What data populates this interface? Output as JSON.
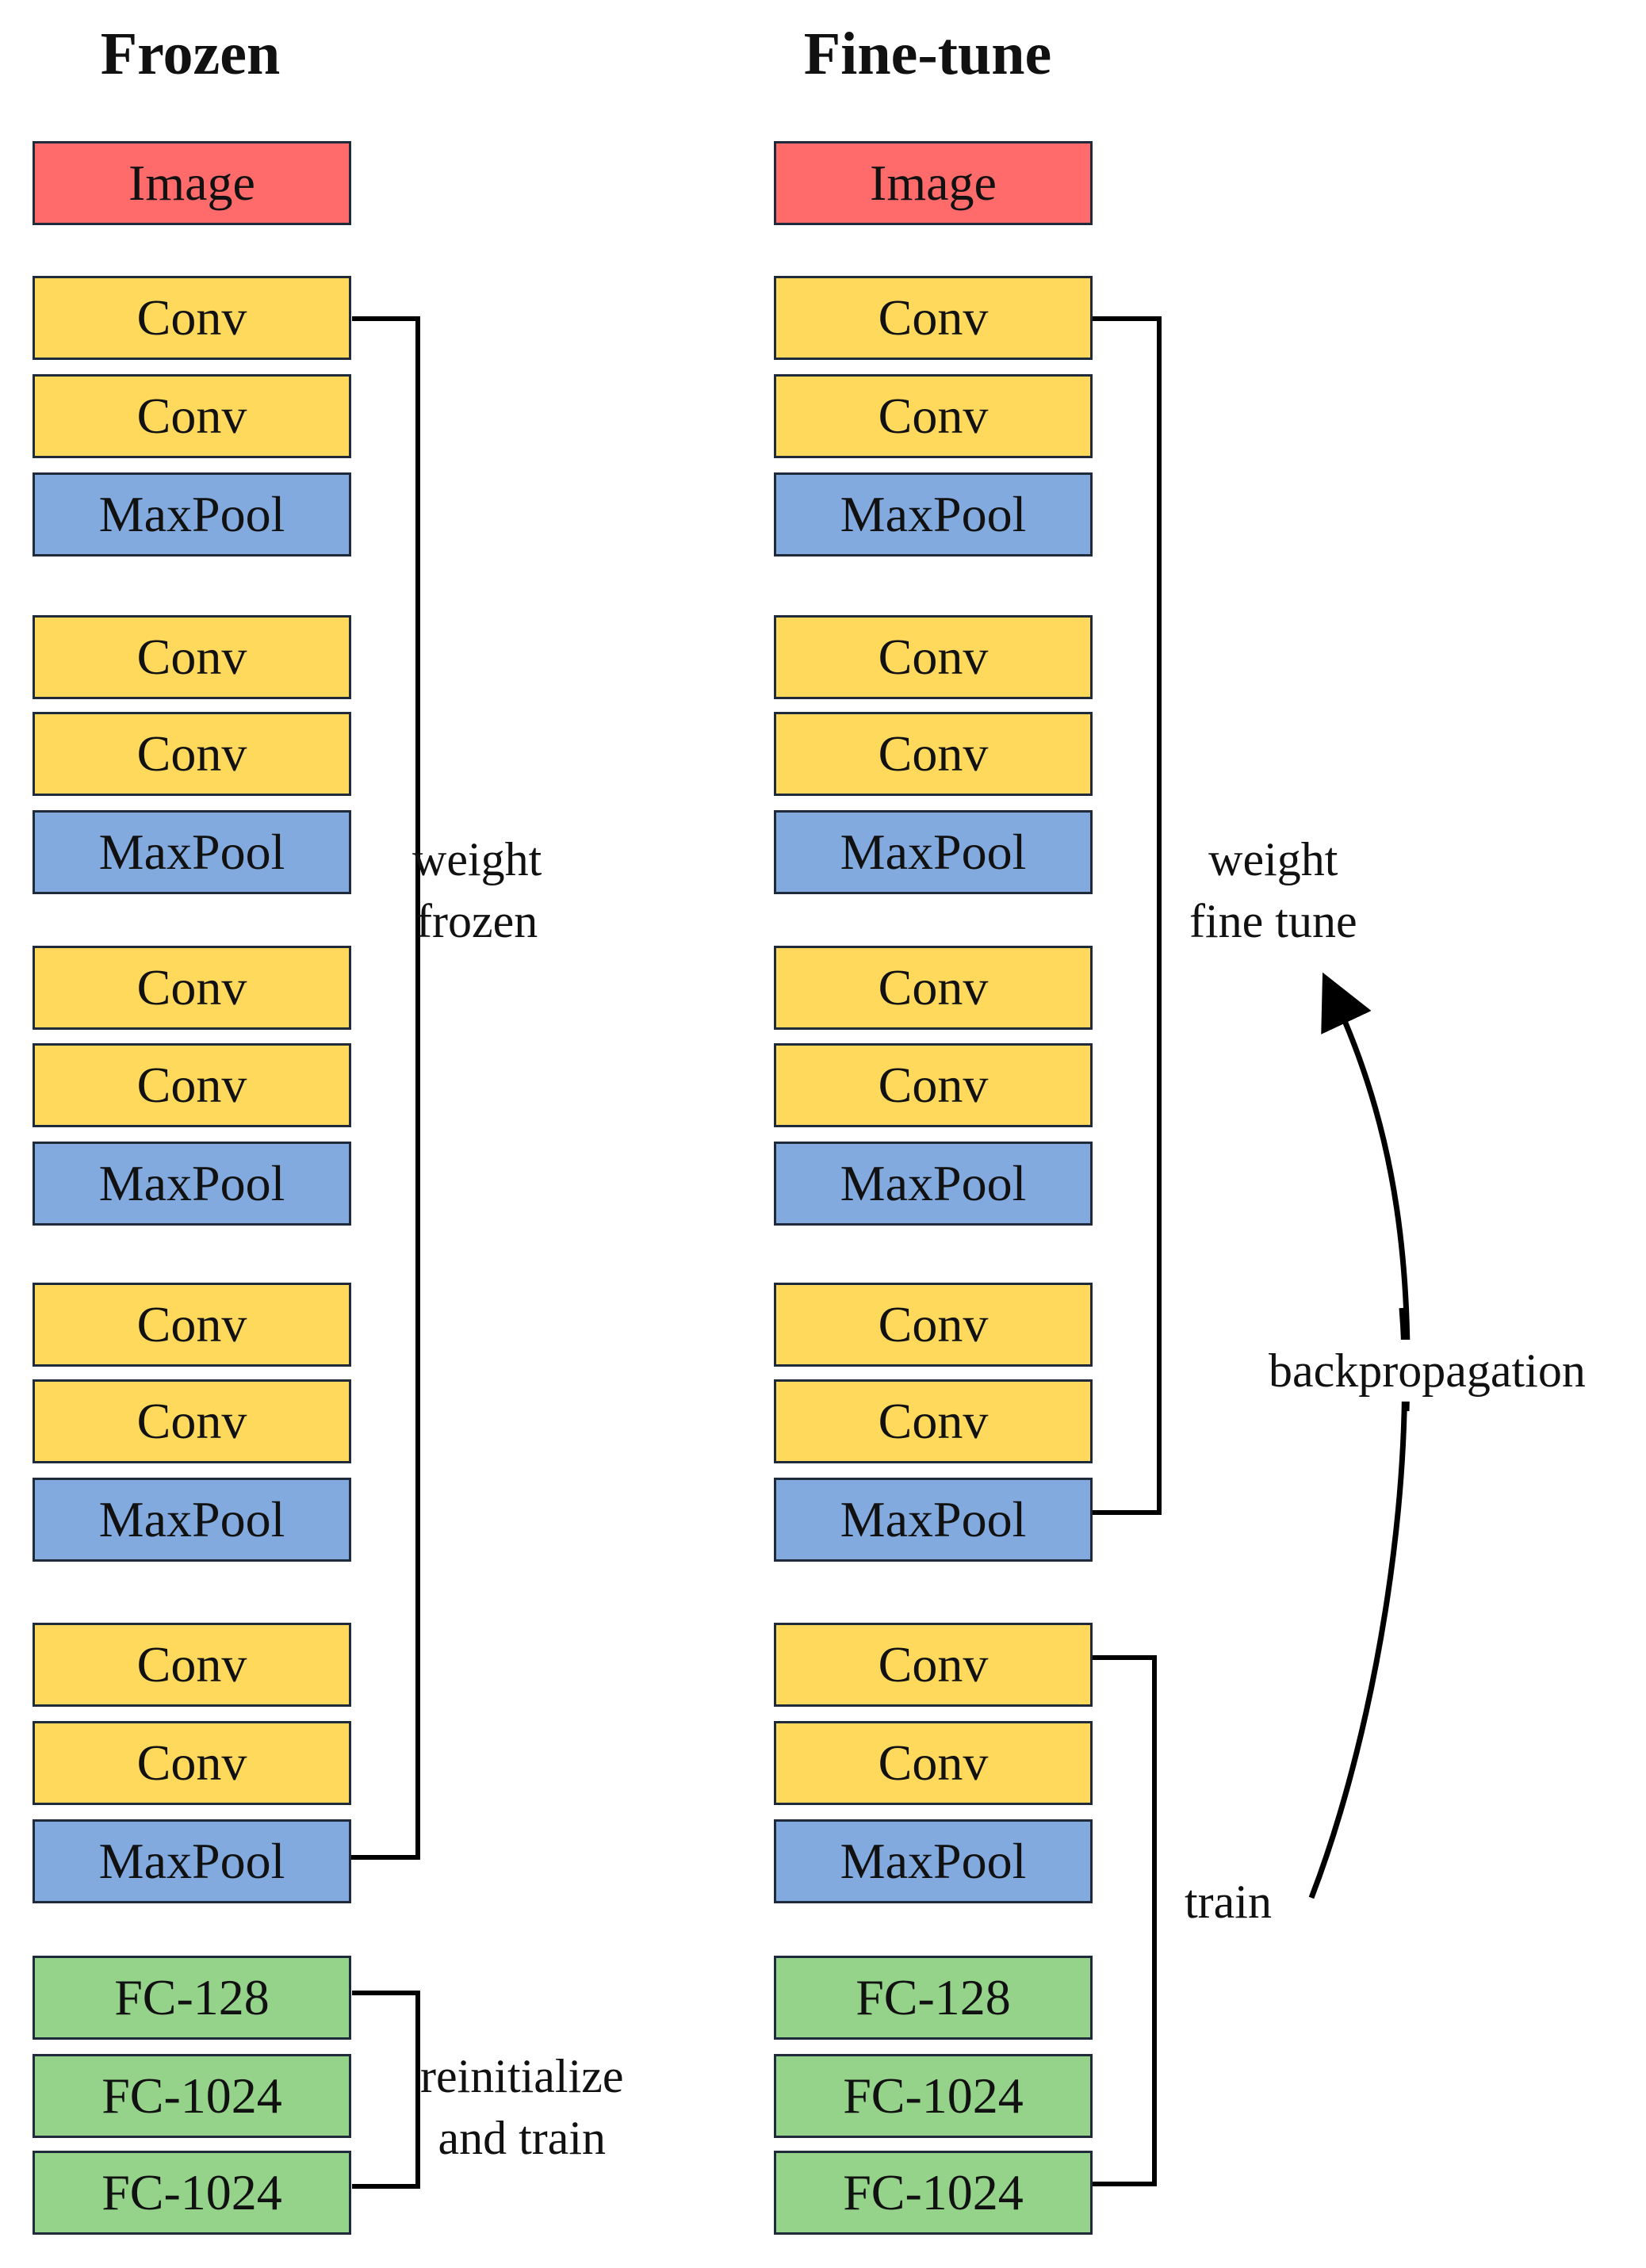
{
  "columns": [
    {
      "title": "Frozen",
      "blocks": [
        {
          "label": "Image",
          "type": "image"
        },
        {
          "label": "Conv",
          "type": "conv"
        },
        {
          "label": "Conv",
          "type": "conv"
        },
        {
          "label": "MaxPool",
          "type": "pool"
        },
        {
          "label": "Conv",
          "type": "conv"
        },
        {
          "label": "Conv",
          "type": "conv"
        },
        {
          "label": "MaxPool",
          "type": "pool"
        },
        {
          "label": "Conv",
          "type": "conv"
        },
        {
          "label": "Conv",
          "type": "conv"
        },
        {
          "label": "MaxPool",
          "type": "pool"
        },
        {
          "label": "Conv",
          "type": "conv"
        },
        {
          "label": "Conv",
          "type": "conv"
        },
        {
          "label": "MaxPool",
          "type": "pool"
        },
        {
          "label": "Conv",
          "type": "conv"
        },
        {
          "label": "Conv",
          "type": "conv"
        },
        {
          "label": "MaxPool",
          "type": "pool"
        },
        {
          "label": "FC-128",
          "type": "fc"
        },
        {
          "label": "FC-1024",
          "type": "fc"
        },
        {
          "label": "FC-1024",
          "type": "fc"
        }
      ]
    },
    {
      "title": "Fine-tune",
      "blocks": [
        {
          "label": "Image",
          "type": "image"
        },
        {
          "label": "Conv",
          "type": "conv"
        },
        {
          "label": "Conv",
          "type": "conv"
        },
        {
          "label": "MaxPool",
          "type": "pool"
        },
        {
          "label": "Conv",
          "type": "conv"
        },
        {
          "label": "Conv",
          "type": "conv"
        },
        {
          "label": "MaxPool",
          "type": "pool"
        },
        {
          "label": "Conv",
          "type": "conv"
        },
        {
          "label": "Conv",
          "type": "conv"
        },
        {
          "label": "MaxPool",
          "type": "pool"
        },
        {
          "label": "Conv",
          "type": "conv"
        },
        {
          "label": "Conv",
          "type": "conv"
        },
        {
          "label": "MaxPool",
          "type": "pool"
        },
        {
          "label": "Conv",
          "type": "conv"
        },
        {
          "label": "Conv",
          "type": "conv"
        },
        {
          "label": "MaxPool",
          "type": "pool"
        },
        {
          "label": "FC-128",
          "type": "fc"
        },
        {
          "label": "FC-1024",
          "type": "fc"
        },
        {
          "label": "FC-1024",
          "type": "fc"
        }
      ]
    }
  ],
  "annotations": {
    "frozen_conv": [
      "weight",
      "frozen"
    ],
    "frozen_fc": [
      "reinitialize",
      "and train"
    ],
    "finetune_conv": [
      "weight",
      "fine tune"
    ],
    "finetune_train": "train",
    "backprop": "backpropagation"
  },
  "colors": {
    "image": "#ff6b6b",
    "conv": "#ffd95c",
    "pool": "#82aade",
    "fc": "#95d28a",
    "border": "#1f2b3a",
    "line": "#000000"
  }
}
